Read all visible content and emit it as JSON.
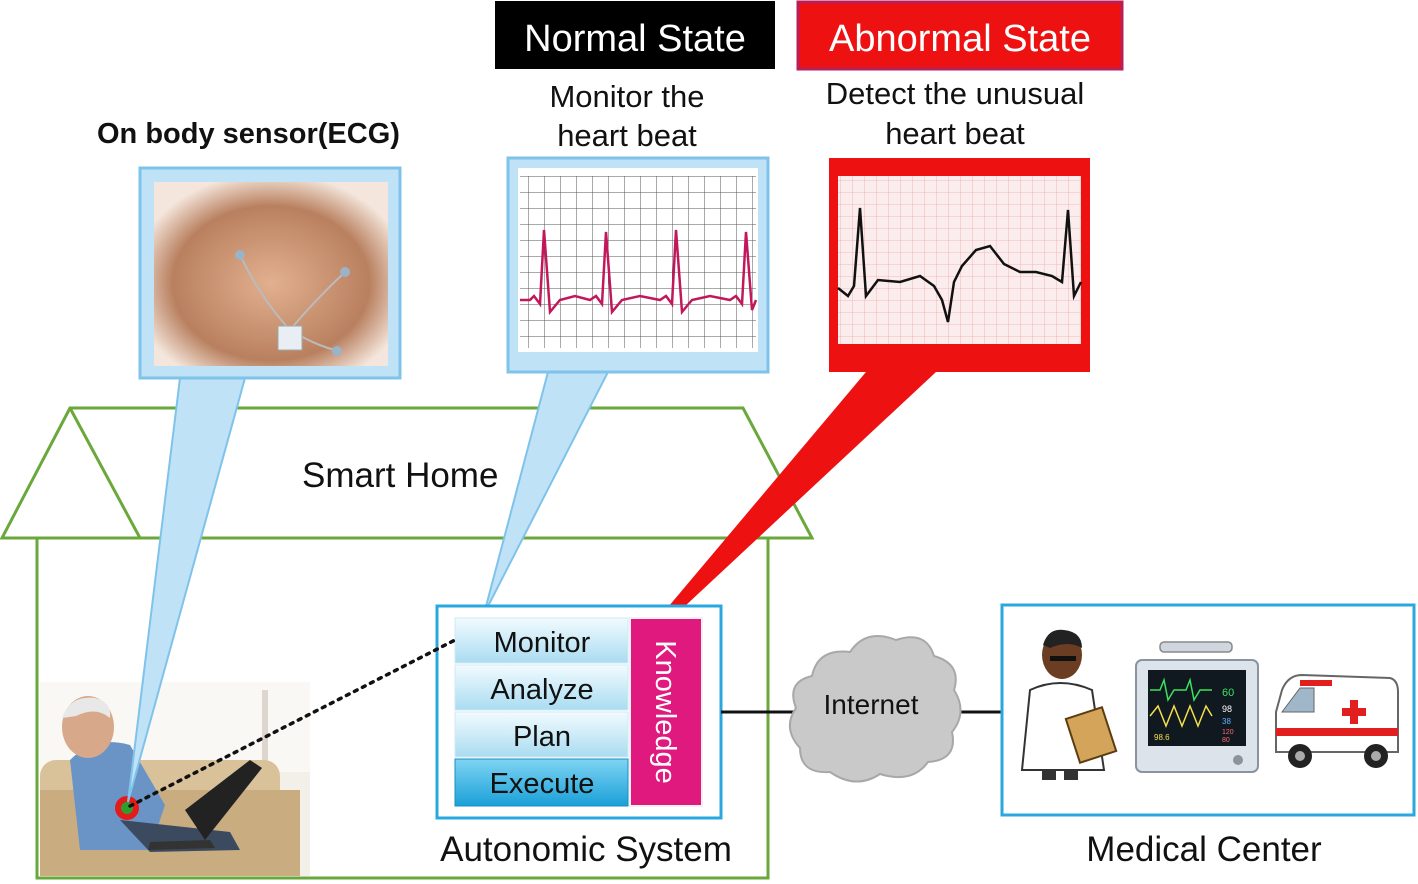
{
  "labels": {
    "sensor_title": "On body sensor(ECG)",
    "normal_state": "Normal State",
    "abnormal_state": "Abnormal State",
    "monitor_line1": "Monitor  the",
    "monitor_line2": "heart  beat",
    "detect_line1": "Detect  the  unusual",
    "detect_line2": "heart  beat",
    "smart_home": "Smart Home",
    "autonomic_system": "Autonomic System",
    "internet": "Internet",
    "medical_center": "Medical Center"
  },
  "mape": {
    "steps": [
      "Monitor",
      "Analyze",
      "Plan",
      "Execute"
    ],
    "knowledge": "Knowledge"
  },
  "ecg_monitor": {
    "lines": [
      "60",
      "98",
      "38",
      "120",
      "80"
    ],
    "small": "98.6"
  },
  "colors": {
    "house_line": "#6aa83c",
    "callout_blue": "#bfe2f7",
    "callout_blue_border": "#7fc3ea",
    "alert_red": "#ee1111",
    "knowledge_pink": "#e0197f",
    "normal_badge": "#000000",
    "cloud": "#c9c9c9"
  }
}
